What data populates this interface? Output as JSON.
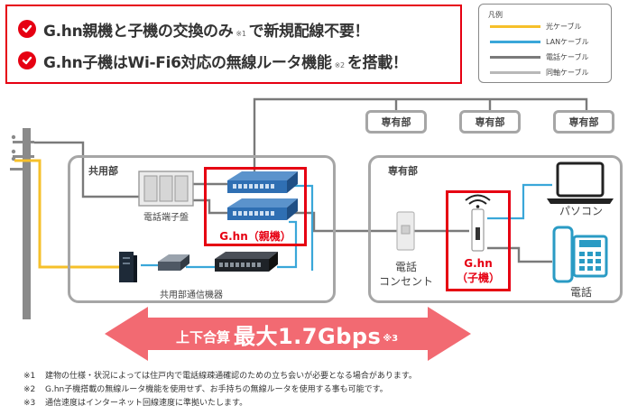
{
  "highlights": {
    "line1": {
      "before": "G.hn親機と子機の交換のみ",
      "note": "※1",
      "after": "で新規配線不要！"
    },
    "line2": {
      "before": "G.hn子機はWi-Fi6対応の無線ルータ機能",
      "note": "※2",
      "after": "を搭載！"
    }
  },
  "legend": {
    "title": "凡例",
    "items": [
      {
        "label": "光ケーブル",
        "color": "#f6c02a"
      },
      {
        "label": "LANケーブル",
        "color": "#3aa7d9"
      },
      {
        "label": "電話ケーブル",
        "color": "#7a7a7a"
      },
      {
        "label": "同軸ケーブル",
        "color": "#b8b8b8"
      }
    ]
  },
  "areas": {
    "shared": {
      "label": "共用部"
    },
    "private": {
      "label": "専有部"
    }
  },
  "units": [
    "専有部",
    "専有部",
    "専有部"
  ],
  "devices": {
    "phone_terminal": "電話端子盤",
    "parent": "G.hn（親機）",
    "shared_comm": "共用部通信機器",
    "outlet_line1": "電話",
    "outlet_line2": "コンセント",
    "child_line1": "G.hn",
    "child_line2": "（子機）",
    "pc": "パソコン",
    "phone": "電話"
  },
  "speed": {
    "prefix": "上下合算",
    "main": "最大1.7Gbps",
    "note": "※3"
  },
  "notes": [
    {
      "mark": "※1",
      "text": "建物の仕様・状況によっては住戸内で電話線疎通確認のための立ち会いが必要となる場合があります。"
    },
    {
      "mark": "※2",
      "text": "G.hn子機搭載の無線ルータ機能を使用せず、お手持ちの無線ルータを使用する事も可能です。"
    },
    {
      "mark": "※3",
      "text": "通信速度はインターネット回線速度に準拠いたします。"
    }
  ],
  "colors": {
    "accent_red": "#e60012",
    "fiber": "#f6c02a",
    "lan": "#3aa7d9",
    "phone_line": "#7a7a7a",
    "area_border": "#a6a6a6",
    "arrow": "#f26a72",
    "device_blue": "#2f6fb3",
    "icon_teal": "#2a9bc4"
  }
}
